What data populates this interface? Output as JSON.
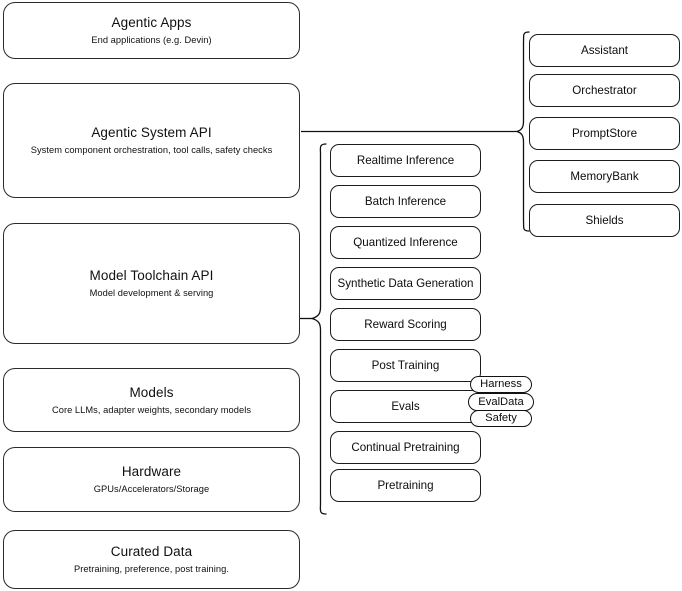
{
  "diagram": {
    "title": "Agentic stack layer diagram",
    "colors": {
      "stroke": "#111111",
      "background": "#ffffff",
      "text": "#0c0c0c"
    },
    "layers": [
      {
        "id": "agentic-apps",
        "title": "Agentic Apps",
        "subtitle": "End applications (e.g. Devin)"
      },
      {
        "id": "agentic-system-api",
        "title": "Agentic System API",
        "subtitle": "System component orchestration, tool calls, safety checks"
      },
      {
        "id": "model-toolchain-api",
        "title": "Model Toolchain API",
        "subtitle": "Model development & serving"
      },
      {
        "id": "models",
        "title": "Models",
        "subtitle": "Core LLMs, adapter weights, secondary models"
      },
      {
        "id": "hardware",
        "title": "Hardware",
        "subtitle": "GPUs/Accelerators/Storage"
      },
      {
        "id": "curated-data",
        "title": "Curated Data",
        "subtitle": "Pretraining, preference, post training."
      }
    ],
    "toolchain_items": [
      {
        "id": "realtime-inference",
        "label": "Realtime Inference"
      },
      {
        "id": "batch-inference",
        "label": "Batch Inference"
      },
      {
        "id": "quantized-inference",
        "label": "Quantized Inference"
      },
      {
        "id": "synthetic-data-generation",
        "label": "Synthetic Data Generation"
      },
      {
        "id": "reward-scoring",
        "label": "Reward Scoring"
      },
      {
        "id": "post-training",
        "label": "Post Training"
      },
      {
        "id": "evals",
        "label": "Evals"
      },
      {
        "id": "continual-pretraining",
        "label": "Continual Pretraining"
      },
      {
        "id": "pretraining",
        "label": "Pretraining"
      }
    ],
    "system_items": [
      {
        "id": "assistant",
        "label": "Assistant"
      },
      {
        "id": "orchestrator",
        "label": "Orchestrator"
      },
      {
        "id": "promptstore",
        "label": "PromptStore"
      },
      {
        "id": "memorybank",
        "label": "MemoryBank"
      },
      {
        "id": "shields",
        "label": "Shields"
      }
    ],
    "eval_pills": [
      {
        "id": "harness",
        "label": "Harness"
      },
      {
        "id": "evaldata",
        "label": "EvalData"
      },
      {
        "id": "safety",
        "label": "Safety"
      }
    ]
  }
}
